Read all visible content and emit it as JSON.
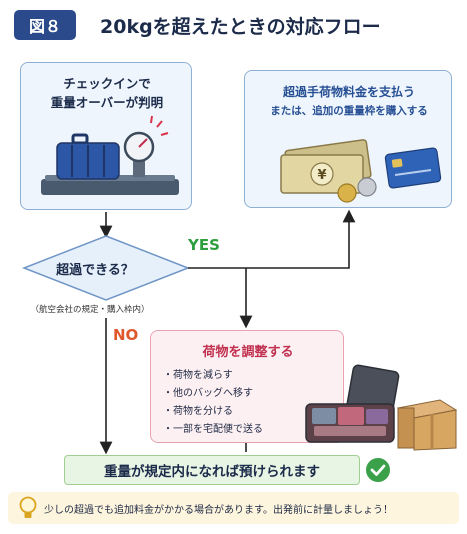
{
  "header": {
    "figure_label": "図８",
    "title": "20kgを超えたときの対応フロー"
  },
  "checkin_box": {
    "line1": "チェックインで",
    "line2": "重量オーバーが判明"
  },
  "pay_box": {
    "line1": "超過手荷物料金を支払う",
    "line2": "または、追加の重量枠を購入する",
    "bill_symbol": "¥"
  },
  "decision": {
    "question": "超過できる？",
    "note": "（航空会社の規定・購入枠内）",
    "yes_label": "YES",
    "no_label": "NO"
  },
  "adjust_box": {
    "title": "荷物を調整する",
    "items": [
      "荷物を減らす",
      "他のバッグへ移す",
      "荷物を分ける",
      "一部を宅配便で送る"
    ]
  },
  "result": {
    "text": "重量が規定内になれば預けられます"
  },
  "tip": {
    "text": "少しの超過でも追加料金がかかる場合があります。出発前に計量しましょう！"
  },
  "colors": {
    "navy": "#2b4a8b",
    "blue_box": "#eef5fc",
    "pink_box": "#fdf0f3",
    "yes_green": "#2e9e3e",
    "no_orange": "#e0572b",
    "result_green": "#e9f5e4",
    "tip_yellow": "#fdf5de"
  },
  "icons": [
    "suitcase-icon",
    "scale-icon",
    "banknote-icon",
    "coin-icon",
    "credit-card-icon",
    "open-suitcase-icon",
    "cardboard-box-icon",
    "checkmark-icon",
    "lightbulb-icon"
  ]
}
